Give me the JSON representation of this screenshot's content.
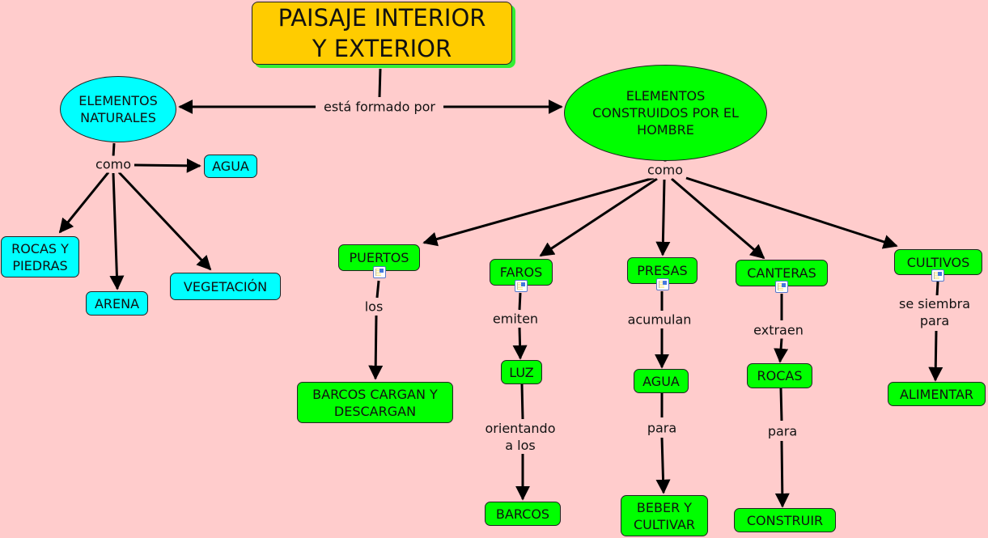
{
  "title": "PAISAJE INTERIOR Y EXTERIOR",
  "concepts": {
    "title": "PAISAJE INTERIOR\nY EXTERIOR",
    "naturales": "ELEMENTOS\nNATURALES",
    "construidos": "ELEMENTOS\nCONSTRUIDOS POR EL\nHOMBRE",
    "agua_nat": "AGUA",
    "rocas_piedras": "ROCAS Y\nPIEDRAS",
    "arena": "ARENA",
    "vegetacion": "VEGETACIÓN",
    "puertos": "PUERTOS",
    "faros": "FAROS",
    "presas": "PRESAS",
    "canteras": "CANTERAS",
    "cultivos": "CULTIVOS",
    "barcos_cargan": "BARCOS CARGAN Y\nDESCARGAN",
    "luz": "LUZ",
    "barcos": "BARCOS",
    "agua": "AGUA",
    "beber": "BEBER Y\nCULTIVAR",
    "rocas": "ROCAS",
    "construir": "CONSTRUIR",
    "alimentar": "ALIMENTAR"
  },
  "links": {
    "formado": "está formado por",
    "como_nat": "como",
    "como_con": "como",
    "los": "los",
    "emiten": "emiten",
    "orientando": "orientando\na los",
    "acumulan": "acumulan",
    "para_presas": "para",
    "extraen": "extraen",
    "para_canteras": "para",
    "siembra": "se siembra\npara"
  },
  "icons": {
    "resource": "resource-icon"
  },
  "colors": {
    "background": "#ffcccc",
    "title": "#ffcc00",
    "natural": "#00ffff",
    "built": "#00ff00"
  }
}
